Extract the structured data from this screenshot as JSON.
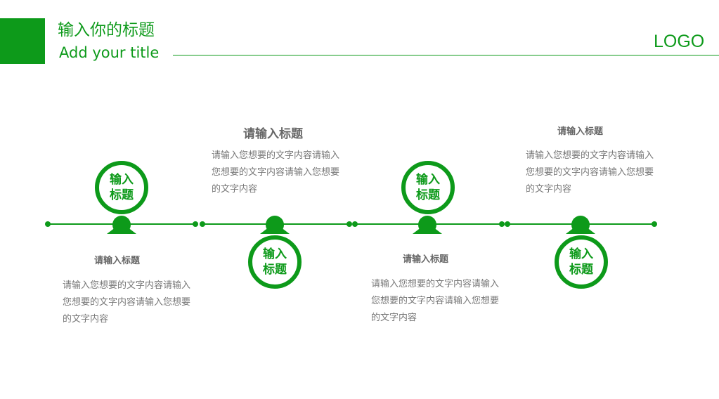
{
  "header": {
    "title_zh": "输入你的标题",
    "title_en": "Add your title",
    "logo": "LOGO"
  },
  "colors": {
    "accent": "#0d9a1a",
    "heading": "#666666",
    "text": "#777777"
  },
  "steps": [
    {
      "badge": "输入标题",
      "heading": "请输入标题",
      "description": "请输入您想要的文字内容请输入您想要的文字内容请输入您想要的文字内容"
    },
    {
      "badge": "输入标题",
      "heading": "请输入标题",
      "description": "请输入您想要的文字内容请输入您想要的文字内容请输入您想要的文字内容"
    },
    {
      "badge": "输入标题",
      "heading": "请输入标题",
      "description": "请输入您想要的文字内容请输入您想要的文字内容请输入您想要的文字内容"
    },
    {
      "badge": "输入标题",
      "heading": "请输入标题",
      "description": "请输入您想要的文字内容请输入您想要的文字内容请输入您想要的文字内容"
    }
  ]
}
